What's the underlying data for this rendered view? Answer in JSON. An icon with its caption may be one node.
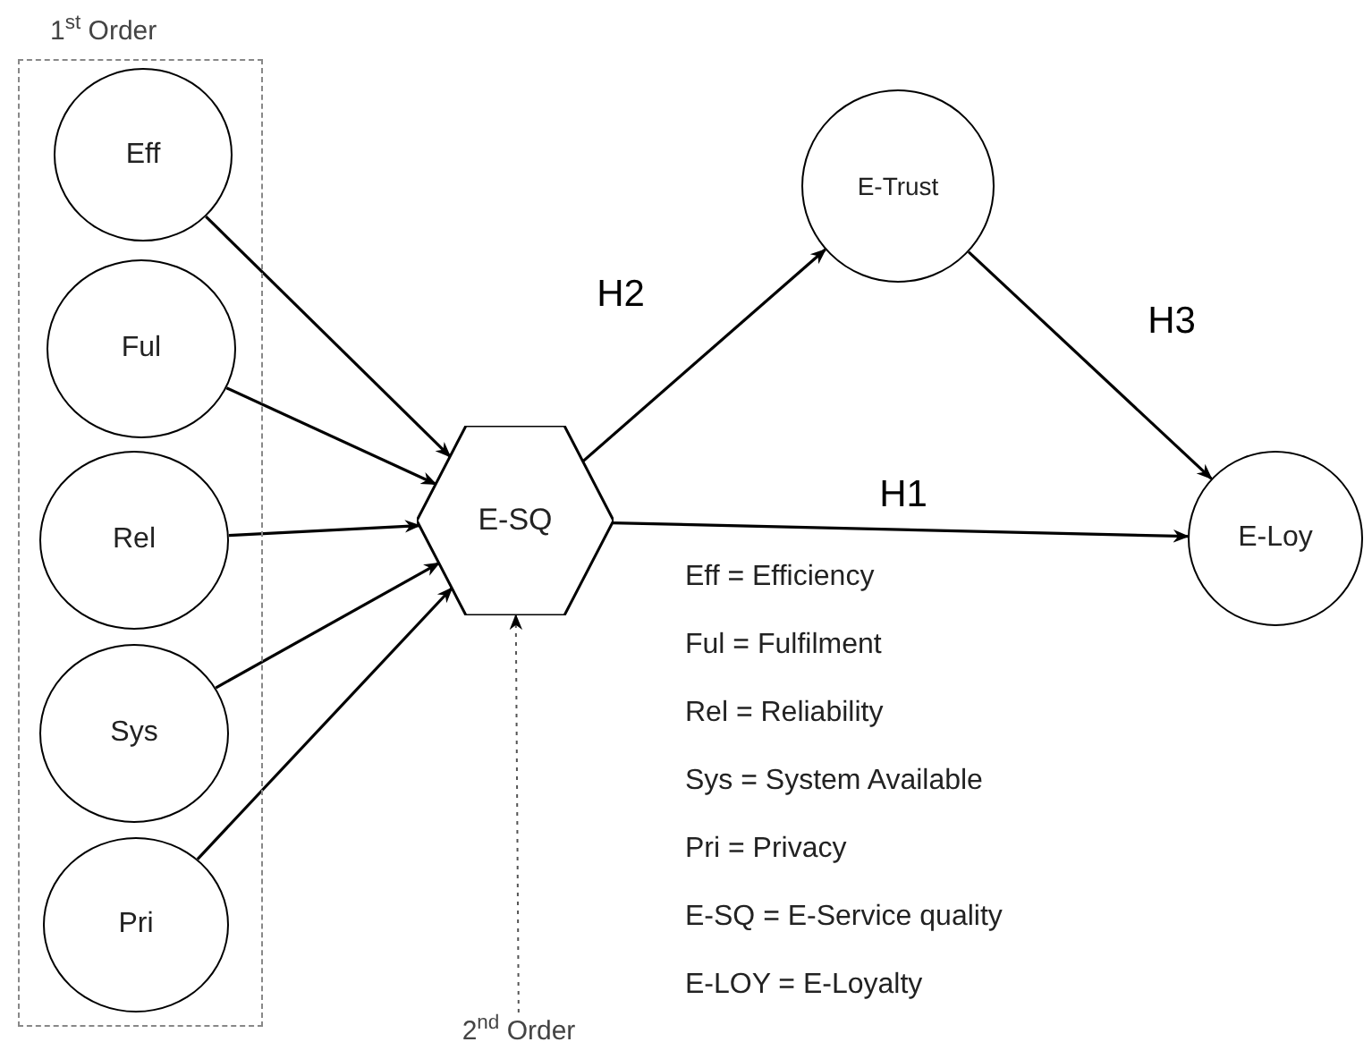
{
  "diagram": {
    "nodes": [
      {
        "text": [
          "1$^{st}$ Order"
        ]
      },
      {
        "text": [
          "Eff"
        ],
        "in": 0
      },
      {
        "text": [
          "Ful"
        ],
        "in": 0
      },
      {
        "text": [
          "Rel"
        ],
        "in": 0
      },
      {
        "text": [
          "Sys"
        ],
        "in": 0
      },
      {
        "text": [
          "Pri"
        ],
        "in": 0
      },
      {
        "text": [
          "E-SQ"
        ]
      },
      {
        "text": [
          "E-Trust"
        ]
      },
      {
        "text": [
          "E-Loy"
        ]
      },
      {
        "text": [
          "2$^{nd}$ Order"
        ]
      }
    ],
    "edges": [
      {
        "from": 1,
        "to": 6,
        "arrow": "to"
      },
      {
        "from": 2,
        "to": 6,
        "arrow": "to"
      },
      {
        "from": 3,
        "to": 6,
        "arrow": "to"
      },
      {
        "from": 4,
        "to": 6,
        "arrow": "to"
      },
      {
        "from": 5,
        "to": 6,
        "arrow": "to"
      },
      {
        "from": 6,
        "to": 7,
        "arrow": "to",
        "label": "H2"
      },
      {
        "from": 7,
        "to": 8,
        "arrow": "to",
        "label": "H3"
      },
      {
        "from": 6,
        "to": 8,
        "arrow": "to",
        "label": "H1"
      },
      {
        "from": 9,
        "to": 6,
        "arrow": "to",
        "style": "dashed"
      }
    ],
    "labels": [
      "Eff = Efficiency",
      "Ful = Fulfilment",
      "Rel = Reliability",
      "Sys = System Available",
      "Pri = Privacy",
      "E-SQ = E-Service quality",
      "E-LOY = E-Loyalty"
    ]
  }
}
